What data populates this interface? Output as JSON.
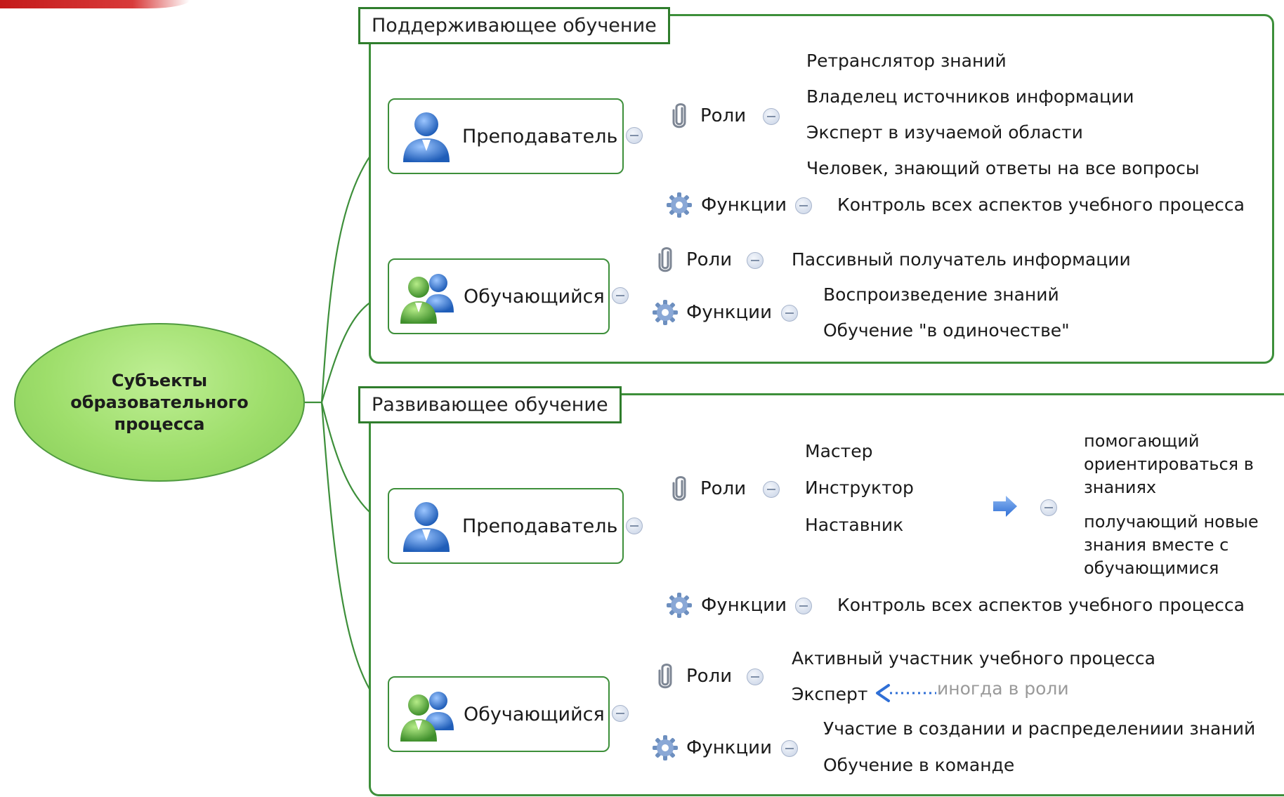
{
  "root": {
    "label": "Субъекты образовательного процесса"
  },
  "groups": [
    {
      "title": "Поддерживающее обучение",
      "teacher": {
        "label": "Преподаватель",
        "roles_label": "Роли",
        "roles": [
          "Ретранслятор знаний",
          "Владелец источников информации",
          "Эксперт в изучаемой области",
          "Человек, знающий ответы на все вопросы"
        ],
        "functions_label": "Функции",
        "functions": [
          "Контроль всех аспектов учебного процесса"
        ]
      },
      "learner": {
        "label": "Обучающийся",
        "roles_label": "Роли",
        "roles": [
          "Пассивный получатель информации"
        ],
        "functions_label": "Функции",
        "functions": [
          "Воспроизведение знаний",
          "Обучение \"в одиночестве\""
        ]
      }
    },
    {
      "title": "Развивающее обучение",
      "teacher": {
        "label": "Преподаватель",
        "roles_label": "Роли",
        "roles": [
          "Мастер",
          "Инструктор",
          "Наставник"
        ],
        "role_results": [
          "помогающий ориентироваться в знаниях",
          "получающий новые знания вместе с обучающимися"
        ],
        "functions_label": "Функции",
        "functions": [
          "Контроль всех аспектов учебного процесса"
        ]
      },
      "learner": {
        "label": "Обучающийся",
        "roles_label": "Роли",
        "roles": [
          "Активный участник учебного процесса",
          "Эксперт"
        ],
        "note": "иногда в роли",
        "functions_label": "Функции",
        "functions": [
          "Участие в создании и распределениии знаний",
          "Обучение в команде"
        ]
      }
    }
  ],
  "colors": {
    "connector": "#3d8f3a",
    "root_fill": "#9ede6b",
    "group_border": "#3d8f3a",
    "arrow_blue": "#2f6fd6"
  },
  "icons": {
    "teacher": "person-blue-icon",
    "learner": "people-green-blue-icon",
    "roles": "paperclip-icon",
    "functions": "gear-icon",
    "collapse": "collapse-minus-icon",
    "result": "arrow-right-icon",
    "note": "dotted-arrow-left-icon"
  }
}
